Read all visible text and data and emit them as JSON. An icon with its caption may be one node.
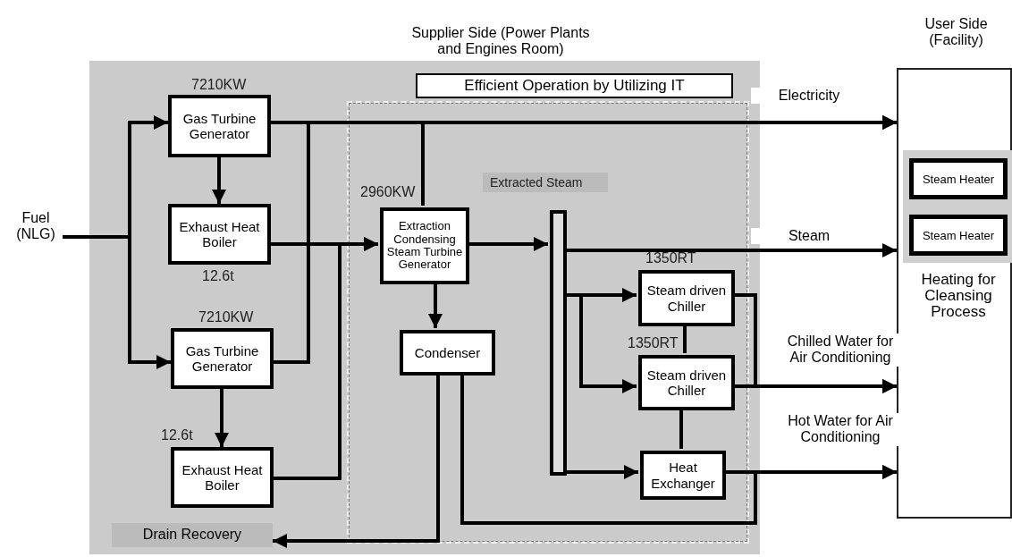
{
  "diagram": {
    "nodes": [
      {
        "text": [
          "Supplier Side (Power Plants and Engines Room)"
        ]
      },
      {
        "text": [],
        "shape": "box",
        "in": 0
      },
      {
        "text": [
          "Efficient Operation by Utilizing IT"
        ],
        "in": 0
      },
      {
        "text": [
          "Gas Turbine Generator"
        ],
        "beside": [
          "7210KW"
        ],
        "in": 0
      },
      {
        "text": [
          "Exhaust Heat Boiler"
        ],
        "beside": [
          "12.6t"
        ],
        "in": 0
      },
      {
        "text": [
          "Gas Turbine Generator"
        ],
        "beside": [
          "7210KW"
        ],
        "in": 0
      },
      {
        "text": [
          "Exhaust Heat Boiler"
        ],
        "beside": [
          "12.6t"
        ],
        "in": 0
      },
      {
        "text": [
          "Extraction Condensing Steam Turbine Generator"
        ],
        "beside": [
          "2960KW"
        ],
        "in": 1
      },
      {
        "text": [
          "Condenser"
        ],
        "in": 1
      },
      {
        "text": [],
        "shape": "bar",
        "beside": [
          "Extracted Steam"
        ],
        "in": 1
      },
      {
        "text": [
          "Steam driven Chiller"
        ],
        "beside": [
          "1350RT"
        ],
        "in": 1
      },
      {
        "text": [
          "Steam driven Chiller"
        ],
        "beside": [
          "1350RT"
        ],
        "in": 1
      },
      {
        "text": [
          "Heat Exchanger"
        ],
        "in": 1
      },
      {
        "text": [
          "Drain Recovery"
        ],
        "in": 0
      },
      {
        "text": [
          "Fuel (NLG)"
        ]
      },
      {
        "text": [
          "User Side (Facility)"
        ]
      },
      {
        "text": [
          "Heating for Cleansing Process"
        ],
        "in": 15
      },
      {
        "text": [
          "Steam Heater"
        ],
        "in": 16
      },
      {
        "text": [
          "Steam Heater"
        ],
        "in": 16
      }
    ],
    "edges": [
      {
        "from": 14,
        "to": 3,
        "arrow": "to"
      },
      {
        "from": 14,
        "to": 5,
        "arrow": "to"
      },
      {
        "from": 3,
        "to": 4,
        "arrow": "to"
      },
      {
        "from": 5,
        "to": 6,
        "arrow": "to"
      },
      {
        "from": 3,
        "to": 15,
        "arrow": "to",
        "label": "Electricity"
      },
      {
        "from": 5,
        "to": 15,
        "arrow": "to"
      },
      {
        "from": 7,
        "to": 15,
        "arrow": "to"
      },
      {
        "from": 4,
        "to": 7,
        "arrow": "to"
      },
      {
        "from": 6,
        "to": 7,
        "arrow": "to"
      },
      {
        "from": 7,
        "to": 8,
        "arrow": "to"
      },
      {
        "from": 7,
        "to": 9,
        "arrow": "to"
      },
      {
        "from": 9,
        "to": 15,
        "arrow": "to",
        "label": "Steam"
      },
      {
        "from": 9,
        "to": 10,
        "arrow": "to"
      },
      {
        "from": 9,
        "to": 11,
        "arrow": "to"
      },
      {
        "from": 9,
        "to": 12,
        "arrow": "to"
      },
      {
        "from": 10,
        "to": 11,
        "arrow": "none"
      },
      {
        "from": 11,
        "to": 12,
        "arrow": "none"
      },
      {
        "from": 10,
        "to": 15,
        "arrow": "to"
      },
      {
        "from": 11,
        "to": 15,
        "arrow": "to",
        "label": "Chilled Water for Air Conditioning"
      },
      {
        "from": 12,
        "to": 15,
        "arrow": "to",
        "label": "Hot Water for Air Conditioning"
      },
      {
        "from": 8,
        "to": 15,
        "arrow": "to"
      },
      {
        "from": 8,
        "to": 13,
        "arrow": "to"
      }
    ]
  }
}
